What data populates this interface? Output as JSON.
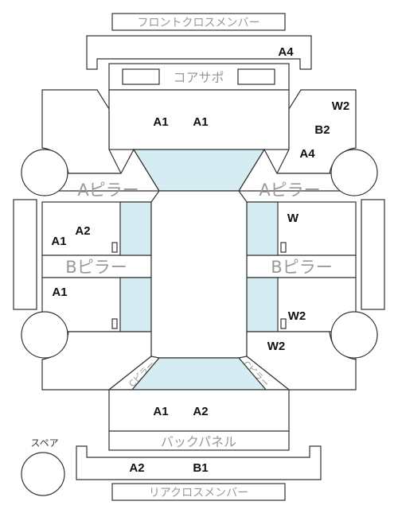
{
  "part_labels": {
    "front_cross_member": "フロントクロスメンバー",
    "core_support": "コアサポ",
    "a_pillar_left": "Aピラー",
    "a_pillar_right": "Aピラー",
    "b_pillar_left": "Bピラー",
    "b_pillar_right": "Bピラー",
    "c_pillar_left": "Cピラー",
    "c_pillar_right": "Cピラー",
    "back_panel": "バックパネル",
    "rear_cross_member": "リアクロスメンバー",
    "spare": "スペア"
  },
  "codes": {
    "front_member": "A4",
    "hood_1": "A1",
    "hood_2": "A1",
    "rf_fender_1": "W2",
    "rf_fender_2": "B2",
    "rf_fender_3": "A4",
    "lf_door_1": "A2",
    "lf_door_2": "A1",
    "rf_door": "W",
    "lr_door": "A1",
    "rr_door": "W2",
    "rr_fender": "W2",
    "trunk_1": "A1",
    "trunk_2": "A2",
    "rear_member_1": "A2",
    "rear_member_2": "B1"
  }
}
